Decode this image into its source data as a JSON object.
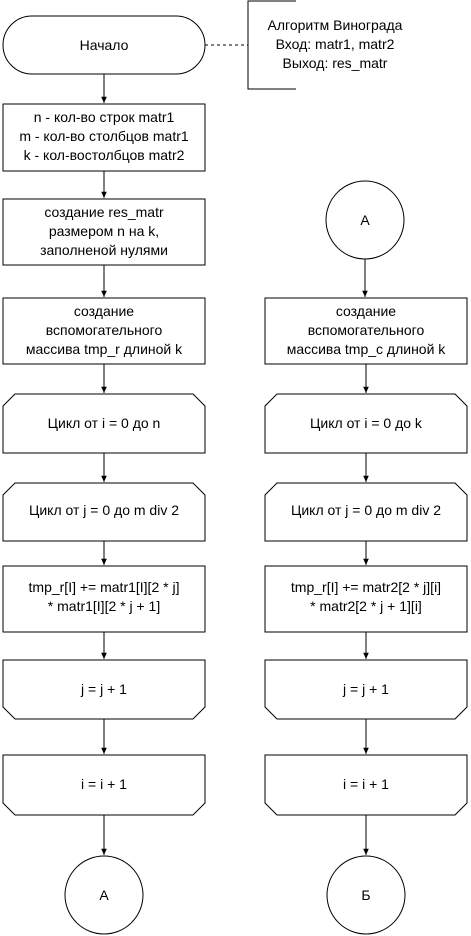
{
  "diagram": {
    "start": "Начало",
    "comment": [
      "Алгоритм Винограда",
      "Вход: matr1, matr2",
      "Выход: res_matr"
    ],
    "left": {
      "vars": [
        "n - кол-во строк matr1",
        "m - кол-во столбцов matr1",
        "k - кол-востолбцов matr2"
      ],
      "create_res": [
        "создание res_matr",
        "размером n на k,",
        "заполненой нулями"
      ],
      "create_tmp": [
        "создание",
        "вспомогательного",
        "массива tmp_r длиной k"
      ],
      "loop_i": "Цикл от i = 0 до n",
      "loop_j": "Цикл от j = 0 до m div 2",
      "compute": [
        "tmp_r[I] += matr1[I][2 * j]",
        "* matr1[I][2 * j + 1]"
      ],
      "end_j": "j = j + 1",
      "end_i": "i = i + 1",
      "connector": "А"
    },
    "right": {
      "connector_in": "А",
      "create_tmp": [
        "создание",
        "вспомогательного",
        "массива tmp_c длиной k"
      ],
      "loop_i": "Цикл от i = 0 до k",
      "loop_j": "Цикл от j = 0 до m div 2",
      "compute": [
        "tmp_r[I] += matr2[2 * j][i]",
        "* matr2[2 * j + 1][i]"
      ],
      "end_j": "j = j + 1",
      "end_i": "i = i + 1",
      "connector_out": "Б"
    }
  }
}
